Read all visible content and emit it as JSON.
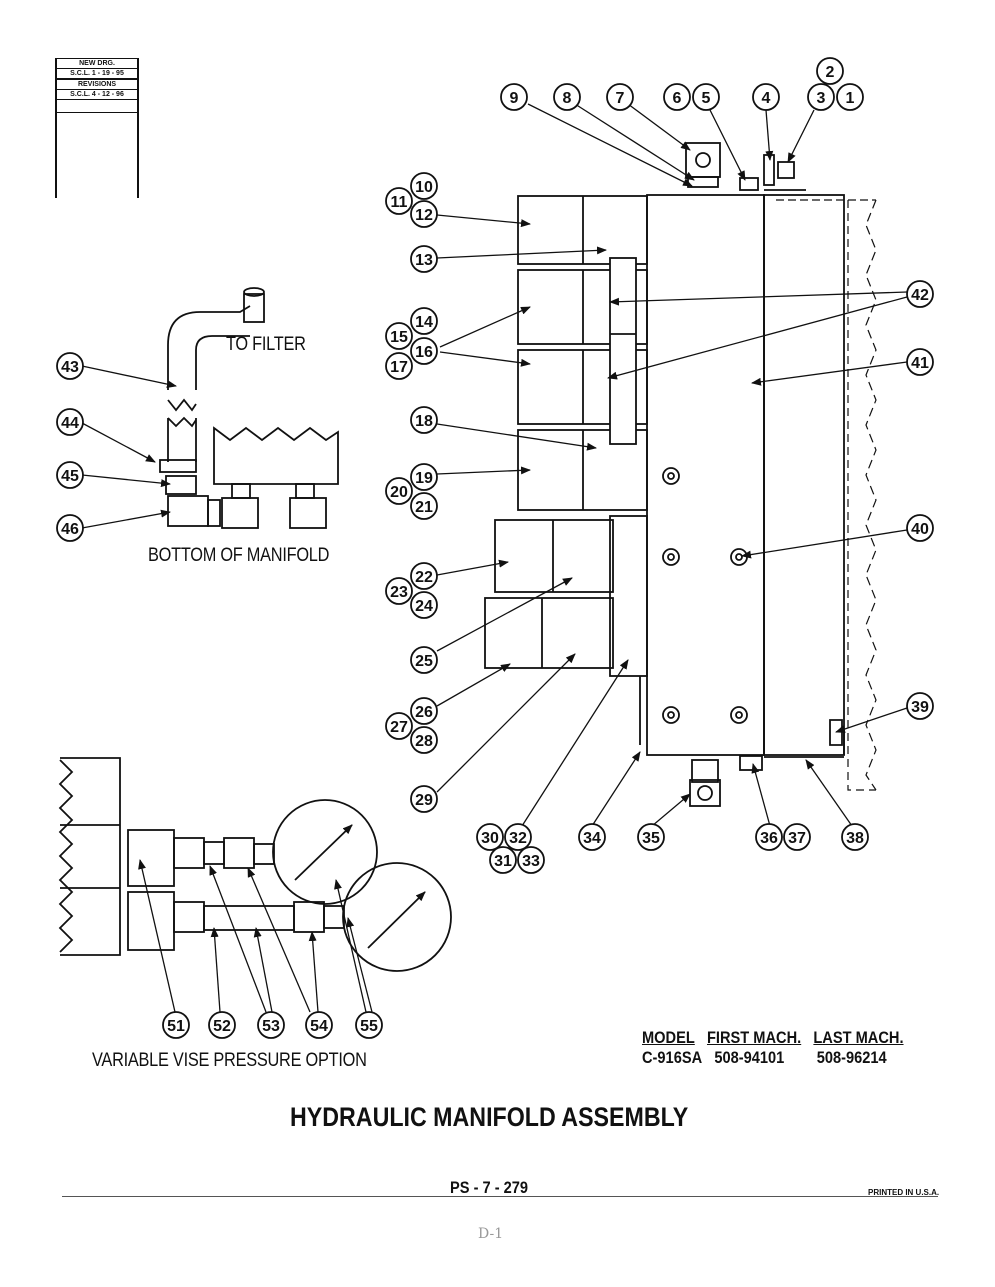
{
  "revision_block": {
    "new_drg_label": "NEW DRG.",
    "new_drg_value": "S.C.L. 1 - 19 - 95",
    "revisions_label": "REVISIONS",
    "revisions_value": "S.C.L. 4 - 12 - 96"
  },
  "labels": {
    "to_filter": "TO FILTER",
    "bottom_of_manifold": "BOTTOM OF MANIFOLD",
    "variable_vise": "VARIABLE VISE PRESSURE OPTION"
  },
  "model_table": {
    "headers": [
      "MODEL",
      "FIRST MACH.",
      "LAST MACH."
    ],
    "row": [
      "C-916SA",
      "508-94101",
      "508-96214"
    ]
  },
  "title": "HYDRAULIC MANIFOLD ASSEMBLY",
  "page_number": "PS - 7 - 279",
  "printed": "PRINTED IN U.S.A.",
  "stamp": "D-1",
  "callouts": [
    "1",
    "2",
    "3",
    "4",
    "5",
    "6",
    "7",
    "8",
    "9",
    "10",
    "11",
    "12",
    "13",
    "14",
    "15",
    "16",
    "17",
    "18",
    "19",
    "20",
    "21",
    "22",
    "23",
    "24",
    "25",
    "26",
    "27",
    "28",
    "29",
    "30",
    "31",
    "32",
    "33",
    "34",
    "35",
    "36",
    "37",
    "38",
    "39",
    "40",
    "41",
    "42",
    "43",
    "44",
    "45",
    "46",
    "51",
    "52",
    "53",
    "54",
    "55"
  ]
}
